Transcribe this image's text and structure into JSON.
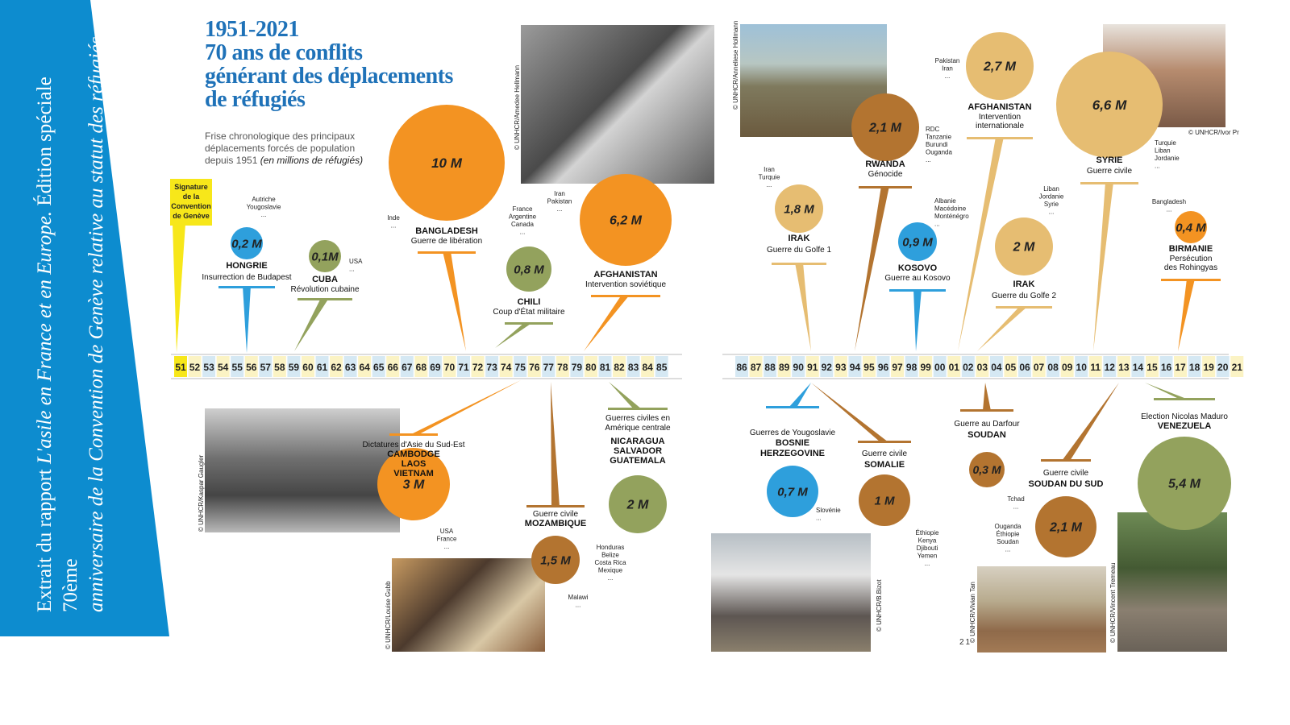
{
  "sidebar": {
    "line1": "Extrait du rapport ",
    "line1_italic": "L'asile en France et en Europe.",
    "line1_end": " Édition spéciale 70ème",
    "line2": "anniversaire de la Convention de Genève relative au statut des réfugiés"
  },
  "title": {
    "line1": "1951-2021",
    "line2": "70 ans de conflits",
    "line3": "générant des déplacements",
    "line4": "de réfugiés"
  },
  "subtitle": {
    "text": "Frise chronologique des principaux déplacements forcés de population depuis 1951 ",
    "unit_note": "(en millions de réfugiés)"
  },
  "signature_label": [
    "Signature",
    "de la",
    "Convention",
    "de Genève"
  ],
  "page_number": "21",
  "colors": {
    "blue": "#2e9fdc",
    "olive": "#93a25d",
    "orange": "#f39322",
    "light_brown": "#e6bd72",
    "brown": "#b37430",
    "yellow": "#f7e71a",
    "tick_light": "#fbf3c4",
    "tick_blue": "#d5e8f3",
    "sidebar": "#0d8ccf",
    "title": "#1f72b8"
  },
  "timeline": {
    "left_years": [
      "51",
      "52",
      "53",
      "54",
      "55",
      "56",
      "57",
      "58",
      "59",
      "60",
      "61",
      "62",
      "63",
      "64",
      "65",
      "66",
      "67",
      "68",
      "69",
      "70",
      "71",
      "72",
      "73",
      "74",
      "75",
      "76",
      "77",
      "78",
      "79",
      "80",
      "81",
      "82",
      "83",
      "84",
      "85"
    ],
    "right_years": [
      "86",
      "87",
      "88",
      "89",
      "90",
      "91",
      "92",
      "93",
      "94",
      "95",
      "96",
      "97",
      "98",
      "99",
      "00",
      "01",
      "02",
      "03",
      "04",
      "05",
      "06",
      "07",
      "08",
      "09",
      "10",
      "11",
      "12",
      "13",
      "14",
      "15",
      "16",
      "17",
      "18",
      "19",
      "20",
      "21"
    ]
  },
  "photo_credits": [
    "© UNHCR/Amedee Hellmann",
    "© UNHCR/Anneliese Hollmann",
    "© UNHCR/Ivor Pr",
    "© UNHCR/Kaspar Gaugler",
    "© UNHCR/Louise Gubb",
    "© UNHCR/B.Bizot",
    "© UNHCR/Vivian Tan",
    "© UNHCR/Vincent Tremeau"
  ],
  "events": [
    {
      "value": "0,2 M",
      "country": [
        "HONGRIE"
      ],
      "desc": [
        "Insurrection de Budapest"
      ],
      "dest": [
        "Autriche",
        "Yougoslavie",
        "..."
      ]
    },
    {
      "value": "0,1M",
      "country": [
        "CUBA"
      ],
      "desc": [
        "Révolution cubaine"
      ],
      "dest": [
        "USA",
        "..."
      ]
    },
    {
      "value": "10 M",
      "country": [
        "BANGLADESH"
      ],
      "desc": [
        "Guerre de libération"
      ],
      "dest": [
        "Inde",
        "..."
      ]
    },
    {
      "value": "0,8 M",
      "country": [
        "CHILI"
      ],
      "desc": [
        "Coup d'État militaire"
      ],
      "dest": [
        "France",
        "Argentine",
        "Canada",
        "..."
      ]
    },
    {
      "value": "6,2 M",
      "country": [
        "AFGHANISTAN"
      ],
      "desc": [
        "Intervention soviétique"
      ],
      "dest": [
        "Iran",
        "Pakistan",
        "..."
      ]
    },
    {
      "value": "3 M",
      "country": [
        "CAMBODGE",
        "LAOS",
        "VIETNAM"
      ],
      "desc": [
        "Dictatures d'Asie du Sud-Est"
      ],
      "dest": [
        "USA",
        "France",
        "..."
      ]
    },
    {
      "value": "1,5 M",
      "country": [
        "MOZAMBIQUE"
      ],
      "desc": [
        "Guerre civile"
      ],
      "dest": [
        "Malawi",
        "..."
      ]
    },
    {
      "value": "2 M",
      "country": [
        "NICARAGUA",
        "SALVADOR",
        "GUATEMALA"
      ],
      "desc": [
        "Guerres civiles en",
        "Amérique centrale"
      ],
      "dest": [
        "Honduras",
        "Belize",
        "Costa Rica",
        "Mexique",
        "..."
      ]
    },
    {
      "value": "1,8 M",
      "country": [
        "IRAK"
      ],
      "desc": [
        "Guerre du Golfe 1"
      ],
      "dest": [
        "Iran",
        "Turquie",
        "..."
      ]
    },
    {
      "value": "2,1 M",
      "country": [
        "RWANDA"
      ],
      "desc": [
        "Génocide"
      ],
      "dest": [
        "RDC",
        "Tanzanie",
        "Burundi",
        "Ouganda",
        "..."
      ]
    },
    {
      "value": "0,9 M",
      "country": [
        "KOSOVO"
      ],
      "desc": [
        "Guerre au Kosovo"
      ],
      "dest": [
        "Albanie",
        "Macédoine",
        "Monténégro",
        "..."
      ]
    },
    {
      "value": "2,7 M",
      "country": [
        "AFGHANISTAN"
      ],
      "desc": [
        "Intervention",
        "internationale"
      ],
      "dest": [
        "Pakistan",
        "Iran",
        "..."
      ]
    },
    {
      "value": "2 M",
      "country": [
        "IRAK"
      ],
      "desc": [
        "Guerre du Golfe 2"
      ],
      "dest": [
        "Liban",
        "Jordanie",
        "Syrie",
        "..."
      ]
    },
    {
      "value": "6,6 M",
      "country": [
        "SYRIE"
      ],
      "desc": [
        "Guerre civile"
      ],
      "dest": [
        "Turquie",
        "Liban",
        "Jordanie",
        "..."
      ]
    },
    {
      "value": "0,4 M",
      "country": [
        "BIRMANIE"
      ],
      "desc": [
        "Persécution",
        "des Rohingyas"
      ],
      "dest": [
        "Bangladesh",
        "..."
      ]
    },
    {
      "value": "0,7 M",
      "country": [
        "BOSNIE",
        "HERZEGOVINE"
      ],
      "desc": [
        "Guerres de Yougoslavie"
      ],
      "dest": [
        "Slovénie",
        "..."
      ]
    },
    {
      "value": "1 M",
      "country": [
        "SOMALIE"
      ],
      "desc": [
        "Guerre civile"
      ],
      "dest": [
        "Éthiopie",
        "Kenya",
        "Djibouti",
        "Yemen",
        "..."
      ]
    },
    {
      "value": "0,3 M",
      "country": [
        "SOUDAN"
      ],
      "desc": [
        "Guerre au Darfour"
      ],
      "dest": [
        "Tchad",
        "..."
      ]
    },
    {
      "value": "2,1 M",
      "country": [
        "SOUDAN DU SUD"
      ],
      "desc": [
        "Guerre civile"
      ],
      "dest": [
        "Ouganda",
        "Éthiopie",
        "Soudan",
        "..."
      ]
    },
    {
      "value": "5,4 M",
      "country": [
        "VENEZUELA"
      ],
      "desc": [
        "Election Nicolas Maduro"
      ],
      "dest": []
    }
  ]
}
